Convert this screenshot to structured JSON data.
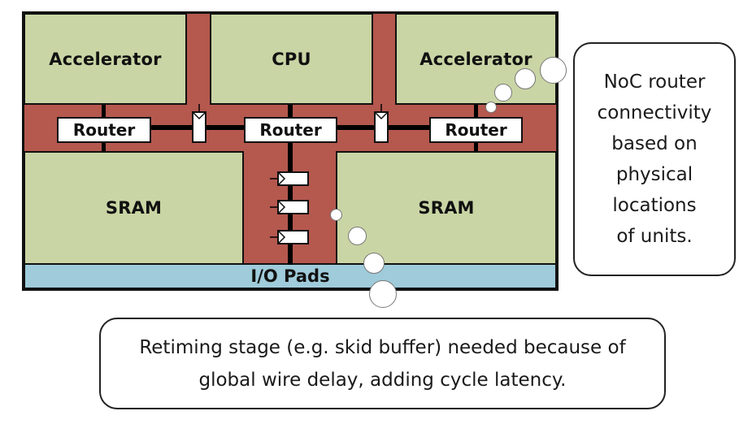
{
  "diagram": {
    "title": "NoC floorplan with routers and retiming stages",
    "blocks": {
      "accelerator_left": "Accelerator",
      "cpu": "CPU",
      "accelerator_right": "Accelerator",
      "sram_left": "SRAM",
      "sram_right": "SRAM",
      "io_pads": "I/O Pads"
    },
    "routers": [
      "Router",
      "Router",
      "Router"
    ],
    "colors": {
      "block_fill": "#c9d5a4",
      "interconnect_fill": "#b5584e",
      "io_fill": "#9fcbda",
      "outline": "#111111"
    },
    "callouts": {
      "router_connectivity": [
        "NoC router",
        "connectivity",
        "based on",
        "physical",
        "locations",
        "of units."
      ],
      "retiming": [
        "Retiming stage (e.g. skid buffer) needed because of",
        "global wire delay, adding cycle latency."
      ]
    }
  }
}
